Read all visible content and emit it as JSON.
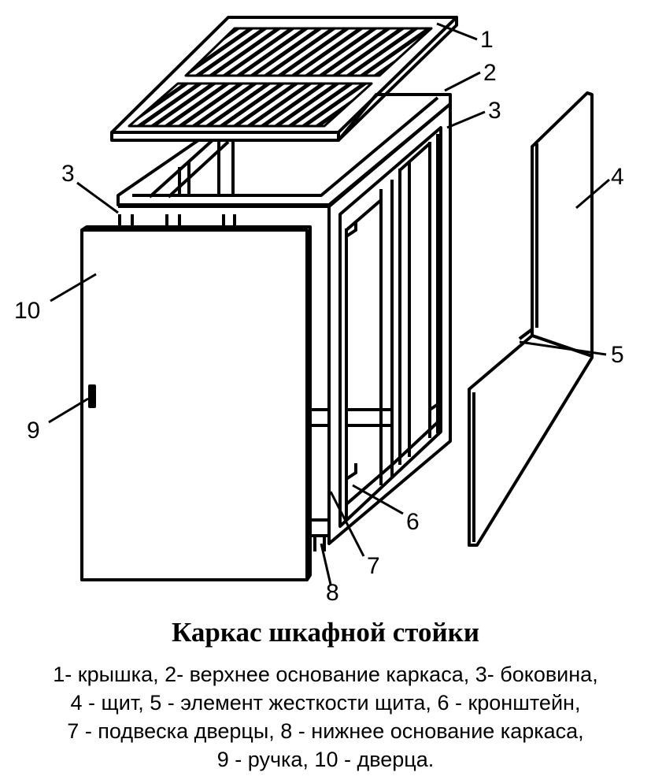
{
  "labels": [
    "1",
    "2",
    "3",
    "3",
    "4",
    "5",
    "6",
    "7",
    "8",
    "9",
    "10"
  ],
  "caption": {
    "title": "Каркас шкафной стойки",
    "lines": [
      "1- крышка, 2- верхнее основание каркаса, 3- боковина,",
      "4 - щит, 5 - элемент жесткости щита, 6 - кронштейн,",
      "7 - подвеска дверцы, 8 - нижнее основание каркаса,",
      "9 - ручка, 10 - дверца."
    ]
  }
}
